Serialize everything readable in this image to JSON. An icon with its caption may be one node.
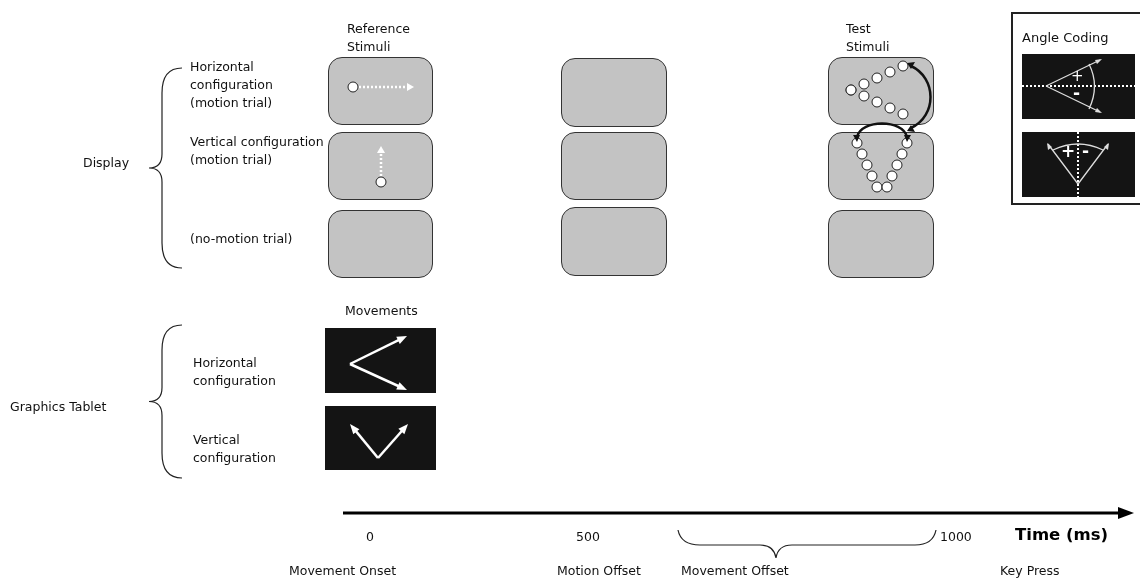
{
  "diagram": {
    "nodes": [
      {
        "text": [],
        "shape": "box"
      },
      {
        "text": [],
        "shape": "box"
      },
      {
        "text": [],
        "shape": "box"
      },
      {
        "text": [],
        "shape": "box"
      },
      {
        "text": [],
        "shape": "box"
      },
      {
        "text": [],
        "shape": "box"
      },
      {
        "text": [],
        "shape": "box"
      },
      {
        "text": [],
        "shape": "box"
      },
      {
        "text": [],
        "shape": "box"
      },
      {
        "text": [],
        "shape": "picture"
      },
      {
        "text": [],
        "shape": "picture"
      },
      {
        "text": [
          "Angle Coding"
        ]
      },
      {
        "text": [],
        "shape": "picture",
        "in": 11
      },
      {
        "text": [],
        "shape": "picture",
        "in": 11
      }
    ],
    "labels": [
      "Reference Stimuli",
      "Test Stimuli",
      "Horizontal configuration (motion trial)",
      "Display",
      "Vertical configuration (motion trial)",
      "(no-motion trial)",
      "+",
      "-",
      "+",
      "-",
      "Movements",
      "Horizontal configuration",
      "Graphics Tablet",
      "Vertical configuration",
      "0",
      "500",
      "1000",
      "Time (ms)",
      "Movement Onset",
      "Motion Offset",
      "Movement Offset",
      "Key Press"
    ]
  }
}
